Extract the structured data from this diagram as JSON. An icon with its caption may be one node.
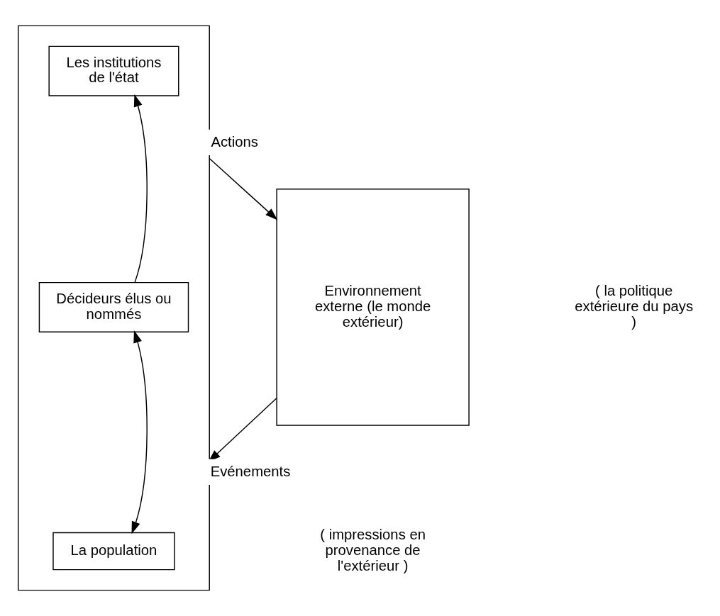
{
  "diagram": {
    "nodes": [
      {
        "text": [],
        "shape": "box"
      },
      {
        "text": [
          "Les institutions de l'état"
        ],
        "in": 0
      },
      {
        "text": [
          "Décideurs élus ou nommés"
        ],
        "in": 0
      },
      {
        "text": [
          "La population"
        ],
        "in": 0
      },
      {
        "text": [
          "Environnement externe (le monde extérieur)"
        ]
      }
    ],
    "edges": [
      {
        "from": 2,
        "to": 1,
        "arrow": "to"
      },
      {
        "from": 2,
        "to": 3,
        "arrow": "both"
      },
      {
        "from": 0,
        "to": 4,
        "arrow": "to",
        "label": "Actions"
      },
      {
        "from": 4,
        "to": 0,
        "arrow": "to",
        "label": "Evénements"
      }
    ],
    "labels": [
      "( la politique extérieure du pays )",
      "( impressions en provenance de l'extérieur )"
    ]
  }
}
